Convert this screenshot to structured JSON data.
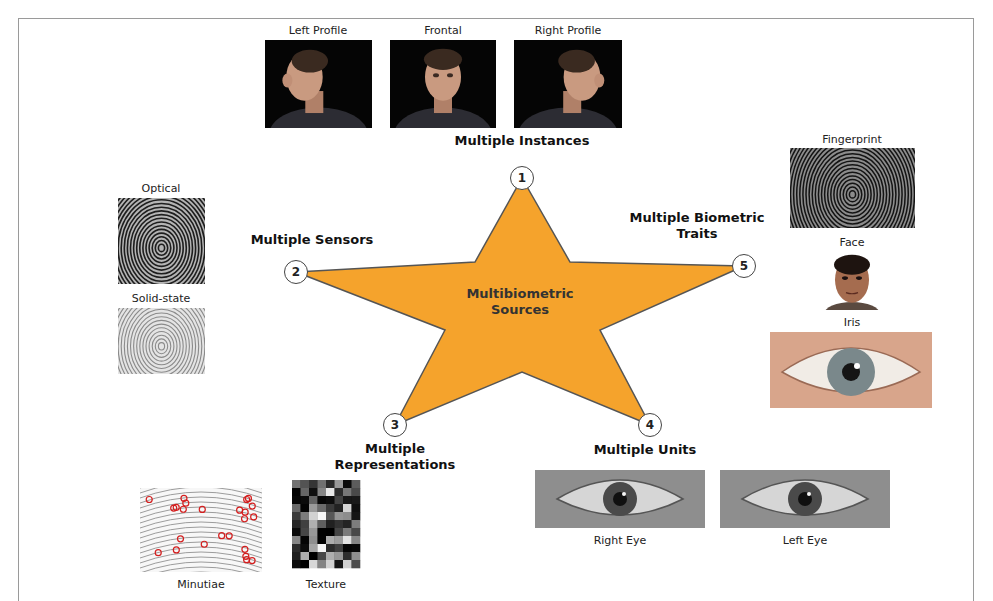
{
  "diagram": {
    "nodes": [
      {
        "text": [
          "Multibiometric Sources"
        ]
      },
      {
        "text": [
          "1"
        ]
      },
      {
        "text": [
          "2"
        ]
      },
      {
        "text": [
          "3"
        ]
      },
      {
        "text": [
          "4"
        ]
      },
      {
        "text": [
          "5"
        ]
      }
    ],
    "labels": [
      "Left Profile",
      "Frontal",
      "Right Profile",
      "Multiple Instances",
      "Fingerprint",
      "Optical",
      "Multiple Sensors",
      "Multiple Biometric Traits",
      "Solid-state",
      "Face",
      "Iris",
      "Multiple Representations",
      "Multiple Units",
      "Minutiae",
      "Texture",
      "Right Eye",
      "Left Eye"
    ]
  }
}
